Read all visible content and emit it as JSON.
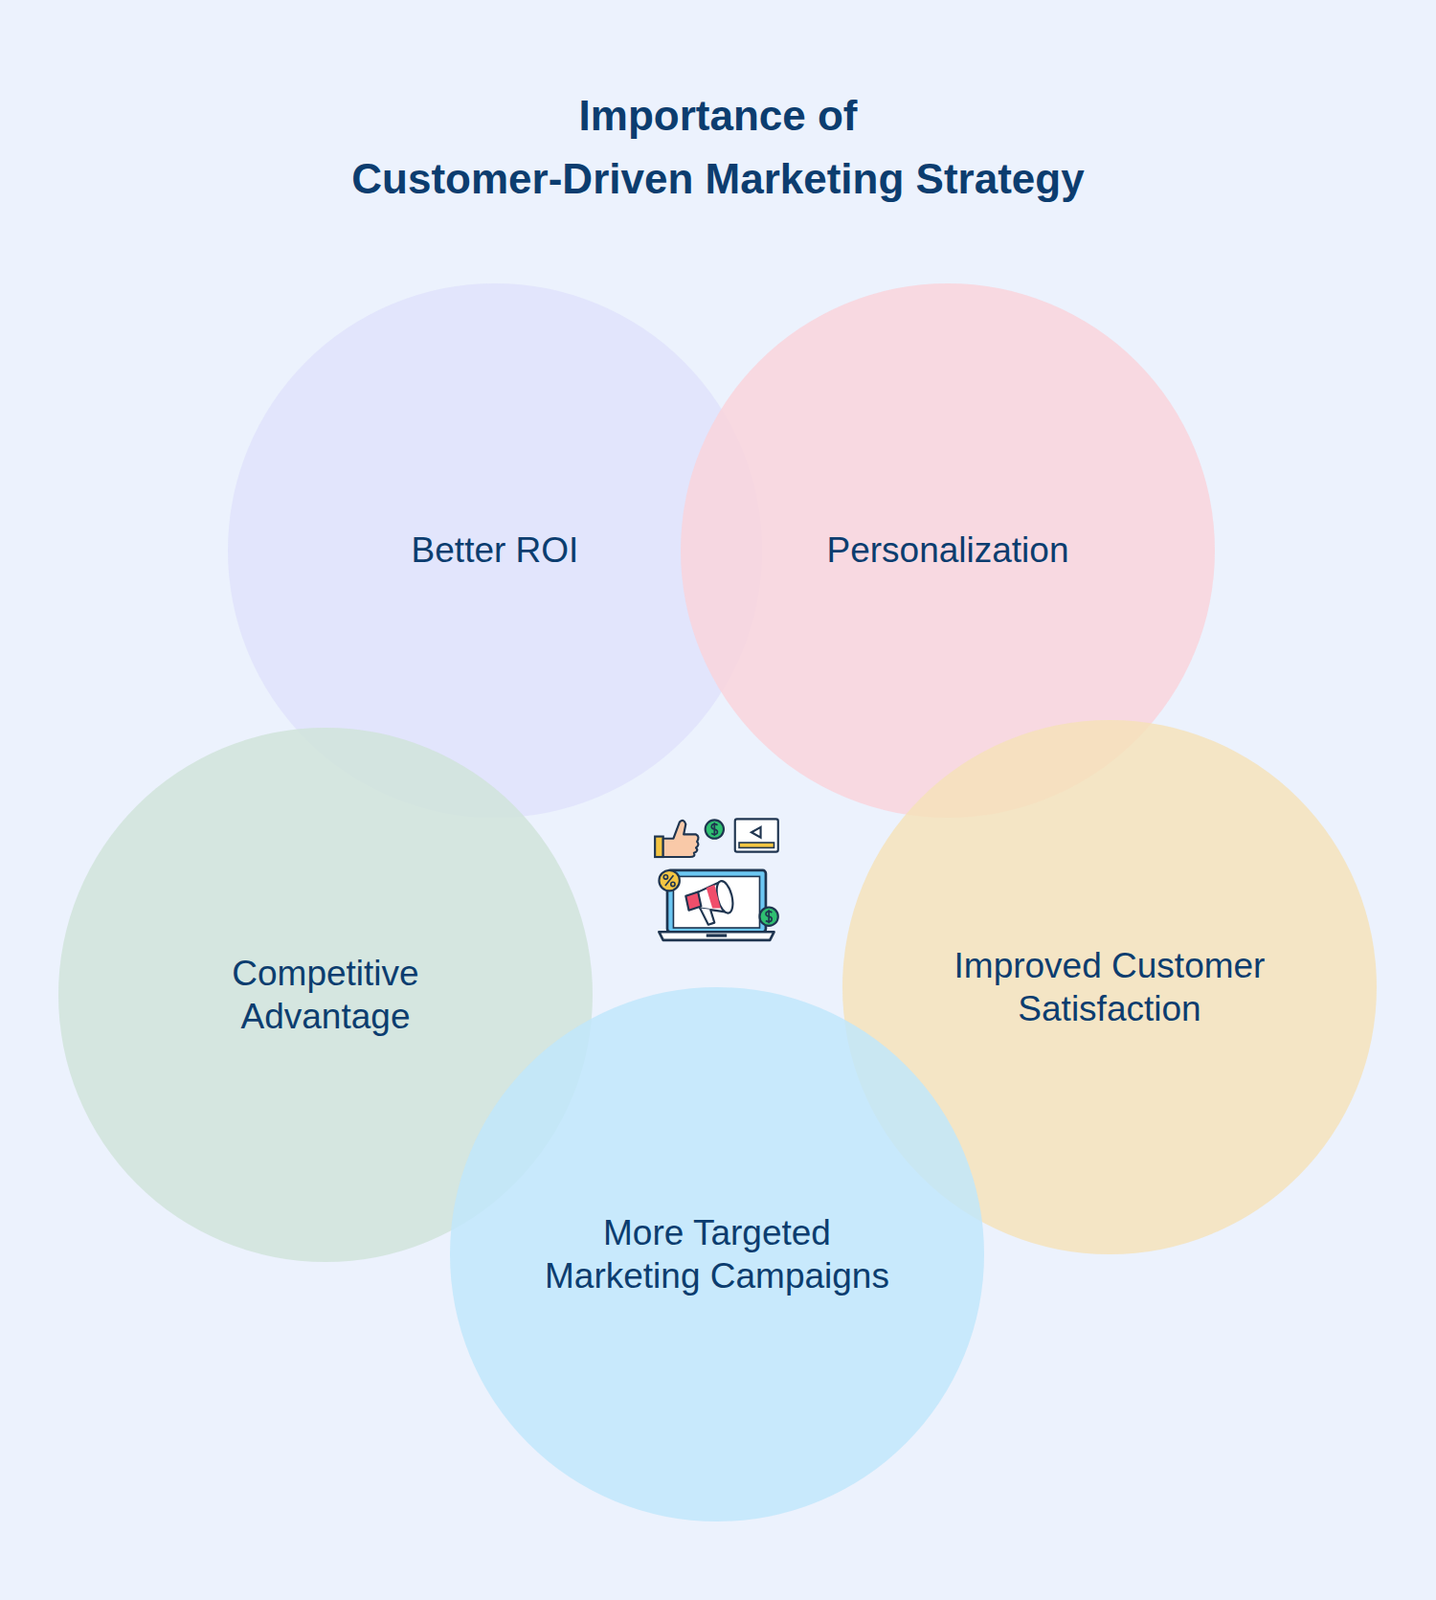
{
  "diagram": {
    "title": "Importance of Customer-Driven Marketing Strategy",
    "nodes": [
      {
        "text": [
          "Better ROI"
        ]
      },
      {
        "text": [
          "Personalization"
        ]
      },
      {
        "text": [
          "Competitive Advantage"
        ]
      },
      {
        "text": [
          "Improved Customer Satisfaction"
        ]
      },
      {
        "text": [
          "More Targeted Marketing Campaigns"
        ]
      }
    ]
  }
}
